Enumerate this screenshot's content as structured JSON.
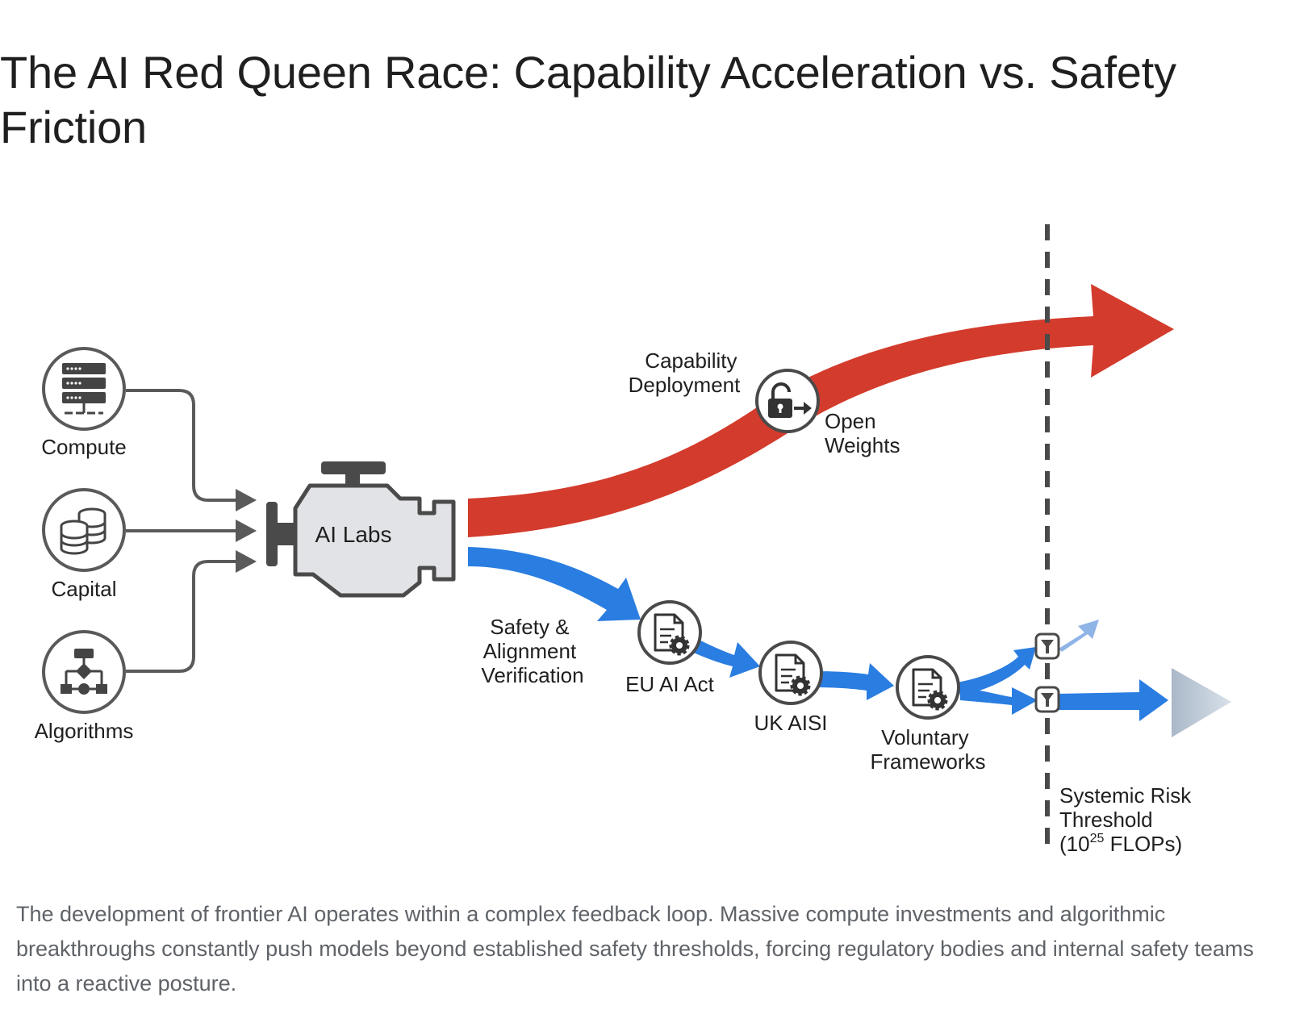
{
  "title": "The AI Red Queen Race: Capability Acceleration vs. Safety Friction",
  "caption": "The development of frontier AI operates within a complex feedback loop. Massive compute investments and algorithmic breakthroughs constantly push models beyond established safety thresholds, forcing regulatory bodies and internal safety teams into a reactive posture.",
  "inputs": [
    {
      "label": "Compute",
      "icon": "server-rack-icon"
    },
    {
      "label": "Capital",
      "icon": "coin-stack-icon"
    },
    {
      "label": "Algorithms",
      "icon": "flowchart-icon"
    }
  ],
  "engine": {
    "label": "AI Labs",
    "icon": "engine-icon"
  },
  "capability_path": {
    "label_line1": "Capability",
    "label_line2": "Deployment",
    "node": {
      "label_line1": "Open",
      "label_line2": "Weights",
      "icon": "unlock-export-icon"
    },
    "color": "#d33b2c"
  },
  "safety_path": {
    "label_line1": "Safety &",
    "label_line2": "Alignment",
    "label_line3": "Verification",
    "color": "#2a7de1",
    "nodes": [
      {
        "label": "EU AI Act",
        "icon": "document-gear-icon"
      },
      {
        "label": "UK AISI",
        "icon": "document-gear-icon"
      },
      {
        "label_line1": "Voluntary",
        "label_line2": "Frameworks",
        "icon": "document-gear-icon"
      }
    ],
    "filter_icon": "filter-icon"
  },
  "threshold": {
    "label_line1": "Systemic Risk",
    "label_line2": "Threshold",
    "label_pre": "(10",
    "label_sup": "25",
    "label_post": " FLOPs)"
  }
}
